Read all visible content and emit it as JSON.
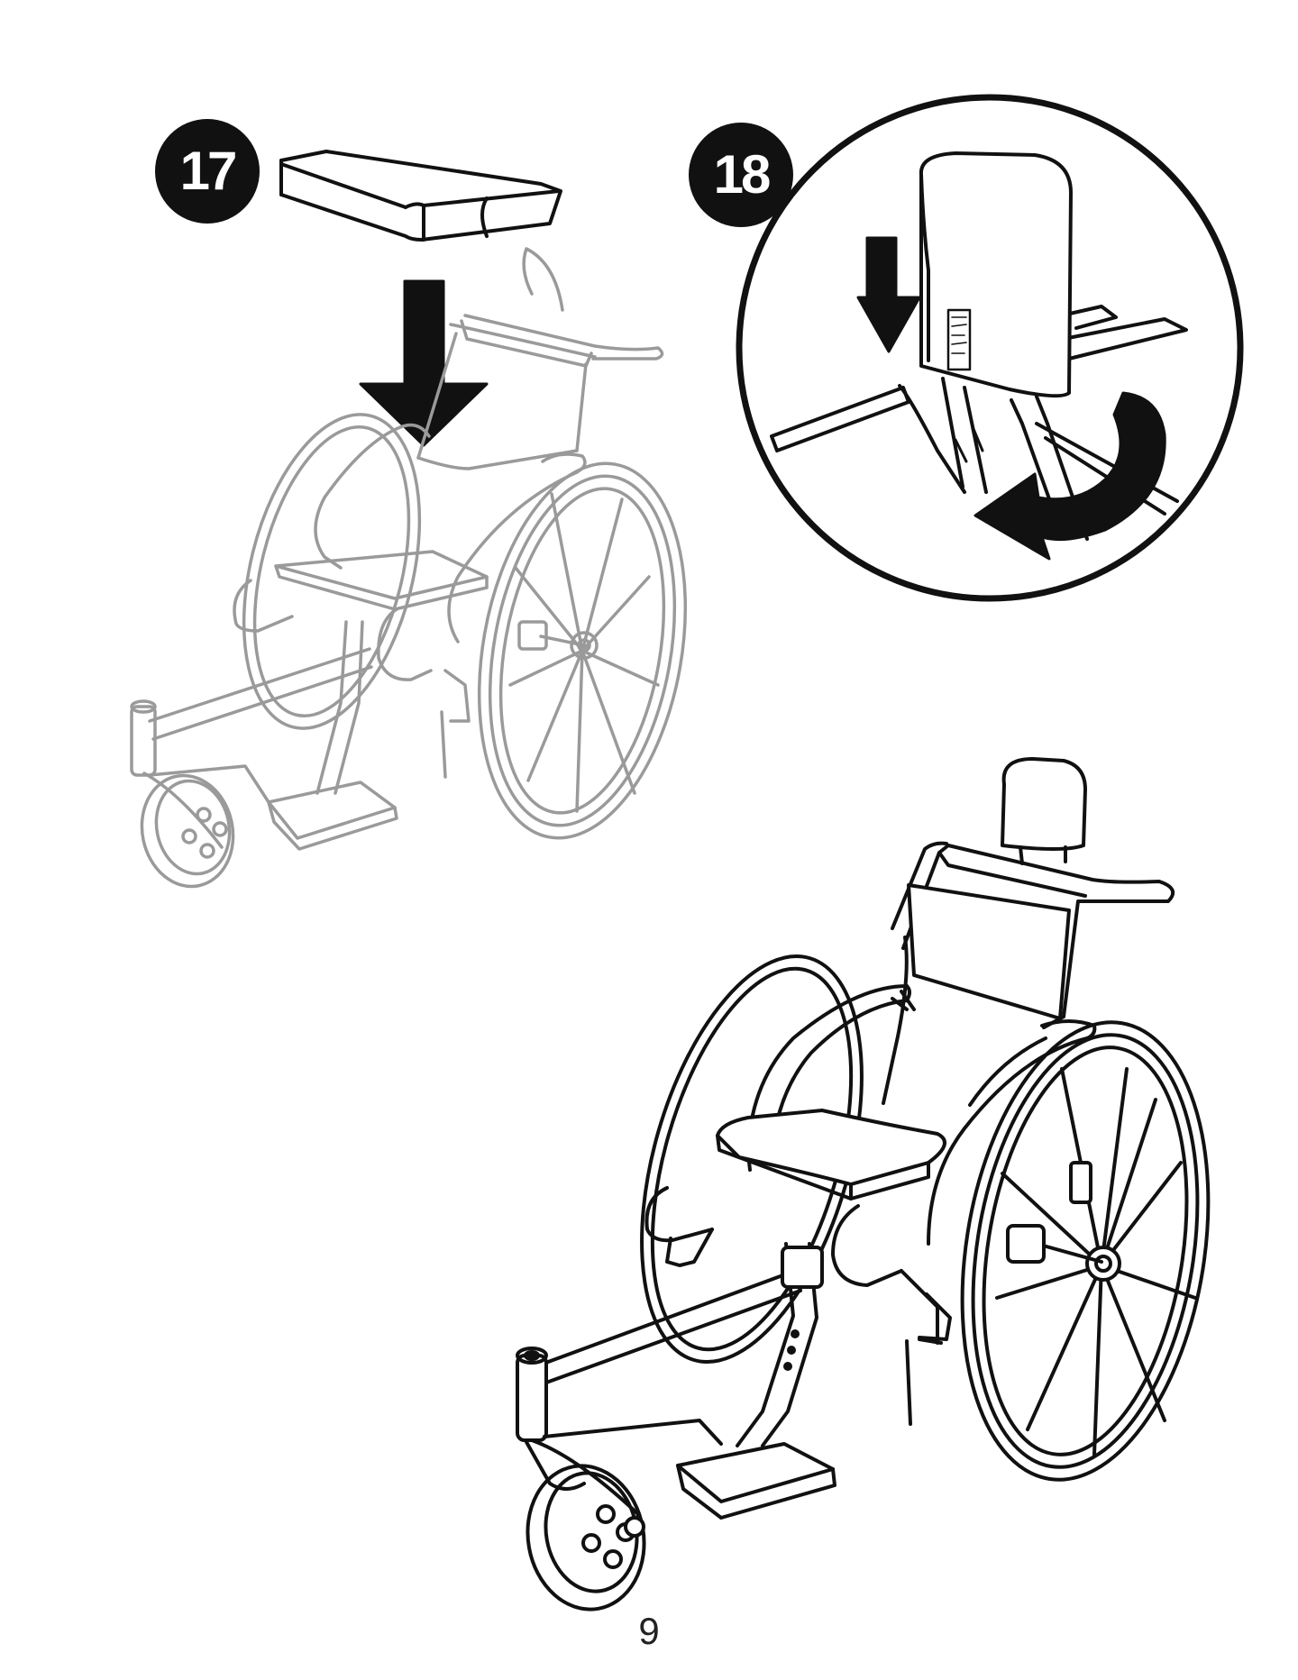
{
  "steps": [
    {
      "number": "17",
      "illustration": "seat-cushion-placement"
    },
    {
      "number": "18",
      "illustration": "backrest-strap-detail"
    }
  ],
  "page_number": "9",
  "colors": {
    "ink": "#111111",
    "faded": "#9a9a9a",
    "paper": "#ffffff"
  },
  "icons": [
    "down-arrow-icon",
    "curved-arrow-icon"
  ]
}
